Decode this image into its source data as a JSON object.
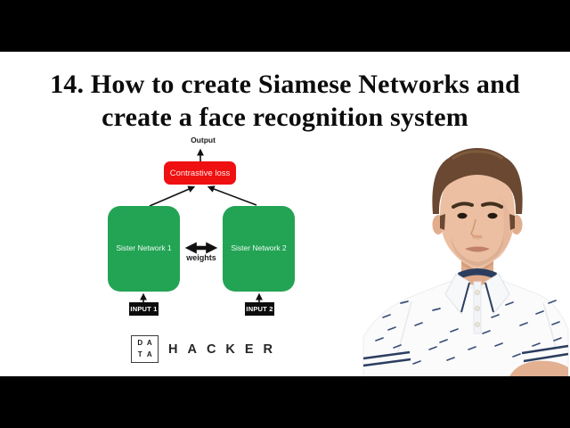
{
  "title": {
    "line1": "14. How to create Siamese Networks and",
    "line2": "create a face recognition system"
  },
  "diagram": {
    "output_label": "Output",
    "loss_label": "Contrastive loss",
    "sister1_label": "Sister Network 1",
    "sister2_label": "Sister Network 2",
    "weights_label": "weights",
    "input1_label": "INPUT 1",
    "input2_label": "INPUT 2",
    "colors": {
      "loss_box": "#ef1011",
      "network_box": "#23a455",
      "input_box": "#0c0c0c",
      "arrow": "#111111"
    }
  },
  "logo": {
    "grid": [
      "D",
      "A",
      "T",
      "A"
    ],
    "wordmark": "HACKER"
  },
  "frame": {
    "letterbox_color": "#000000",
    "canvas_color": "#ffffff"
  }
}
